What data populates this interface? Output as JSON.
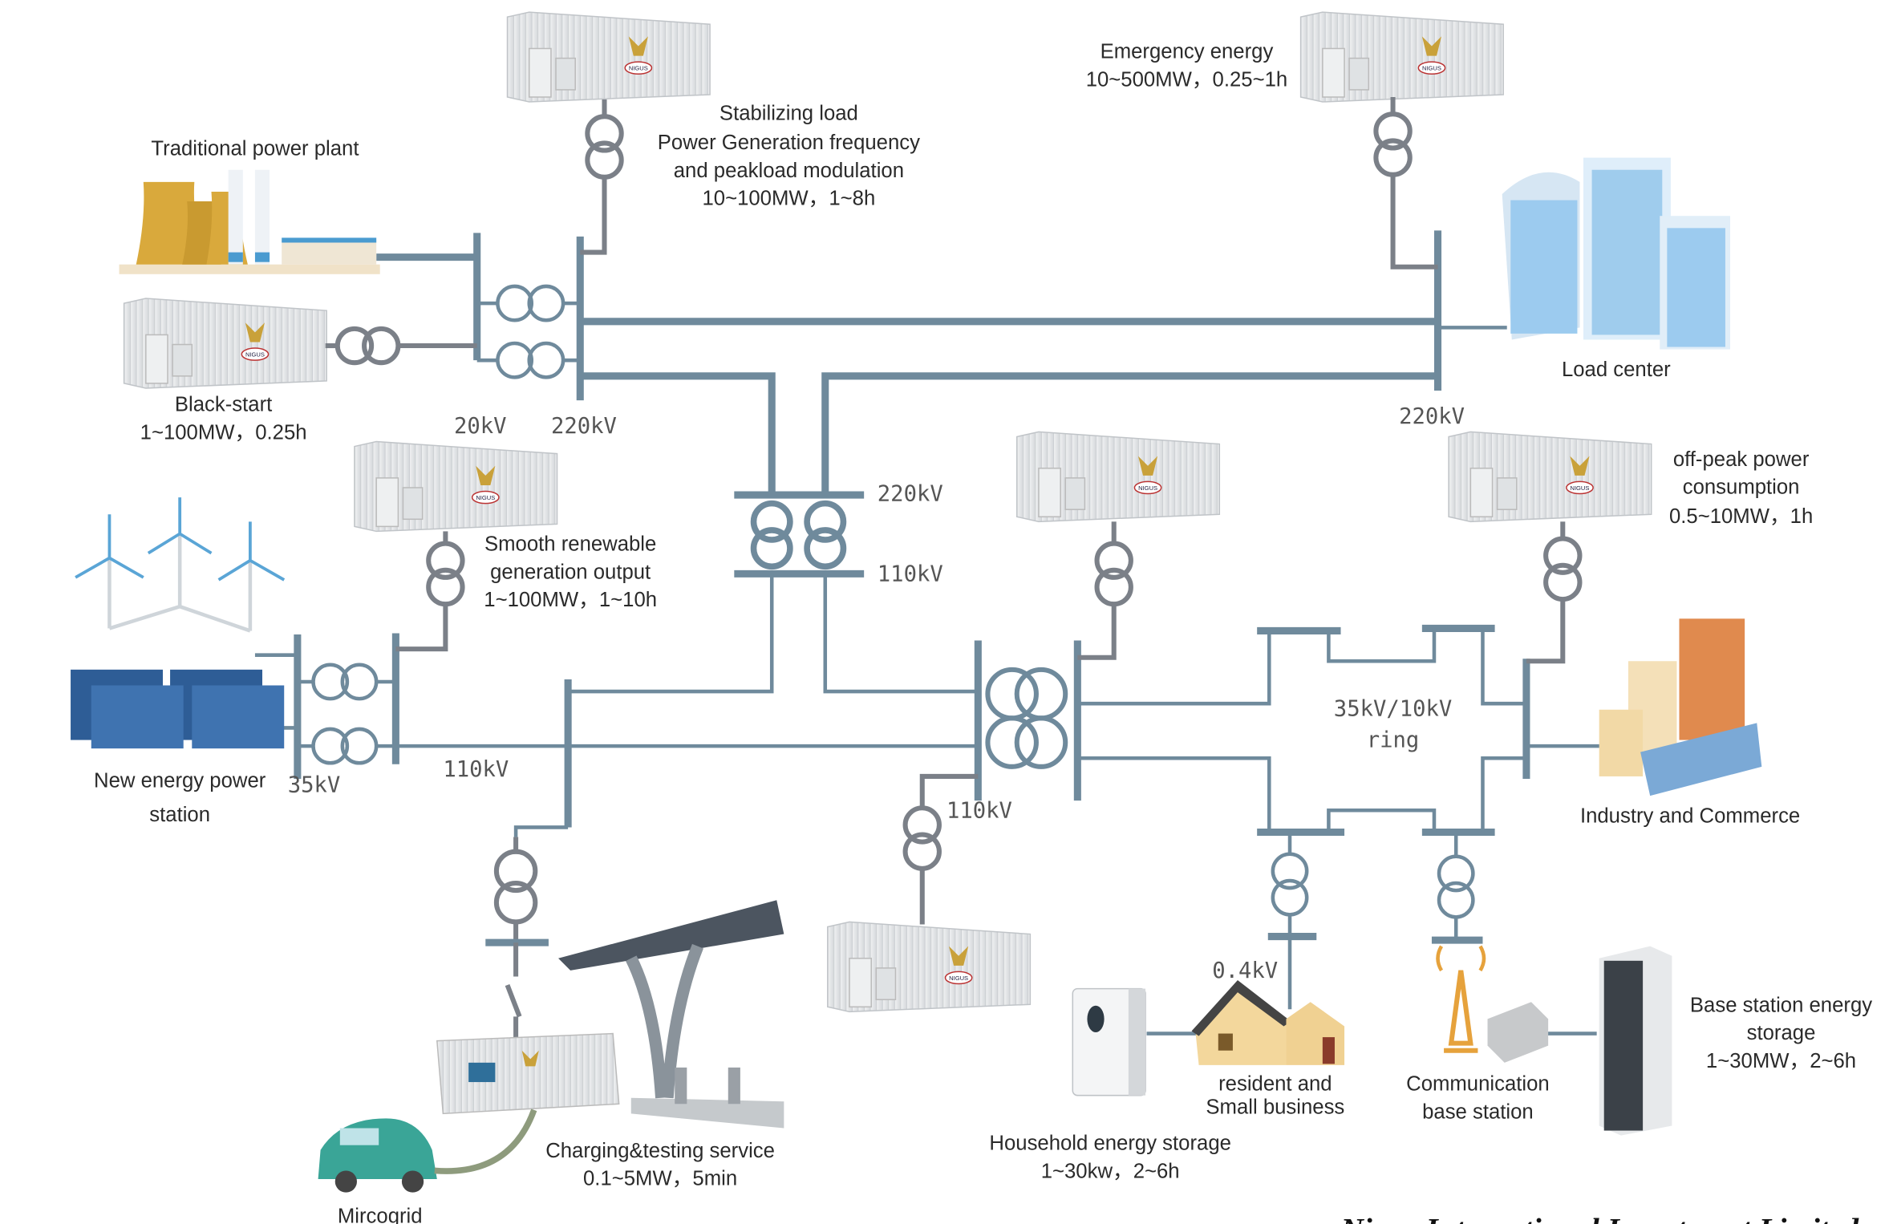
{
  "labels": {
    "traditional_plant": "Traditional power plant",
    "stabilizing": [
      "Stabilizing load",
      "Power Generation frequency",
      "and peakload modulation",
      "10~100MW，1~8h"
    ],
    "emergency": [
      "Emergency energy",
      "10~500MW，0.25~1h"
    ],
    "black_start": [
      "Black-start",
      "1~100MW，0.25h"
    ],
    "load_center": "Load center",
    "smooth_renewable": [
      "Smooth renewable",
      "generation output",
      "1~100MW，1~10h"
    ],
    "off_peak": [
      "off-peak power",
      "consumption",
      "0.5~10MW，1h"
    ],
    "new_energy": [
      "New energy power",
      "station"
    ],
    "ring": [
      "35kV/10kV",
      "ring"
    ],
    "industry": "Industry and Commerce",
    "resident": [
      "resident and",
      "Small business"
    ],
    "communication": [
      "Communication",
      "base station"
    ],
    "base_station_storage": [
      "Base station energy",
      "storage",
      "1~30MW，2~6h"
    ],
    "household_storage": [
      "Household energy storage",
      "1~30kw，2~6h"
    ],
    "charging": [
      "Charging&testing service",
      "0.1~5MW，5min"
    ],
    "microgrid": "Mircogrid"
  },
  "voltages": {
    "bus_20kv": "20kV",
    "bus_220kv_left": "220kV",
    "bus_220kv_right": "220kV",
    "central_220kv": "220kV",
    "central_110kv": "110kV",
    "bus_35kv": "35kV",
    "bus_110kv_left": "110kV",
    "bus_110kv_mid": "110kV",
    "low_04kv": "0.4kV"
  },
  "container_logo": "NIGUS",
  "footer": "Nigus International Investment Limited",
  "colors": {
    "bus": "#6f8a9c",
    "connector": "#7b8088",
    "container": "#e4e6e8",
    "plant": "#d9a93c",
    "glass": "#8fc3ea"
  }
}
